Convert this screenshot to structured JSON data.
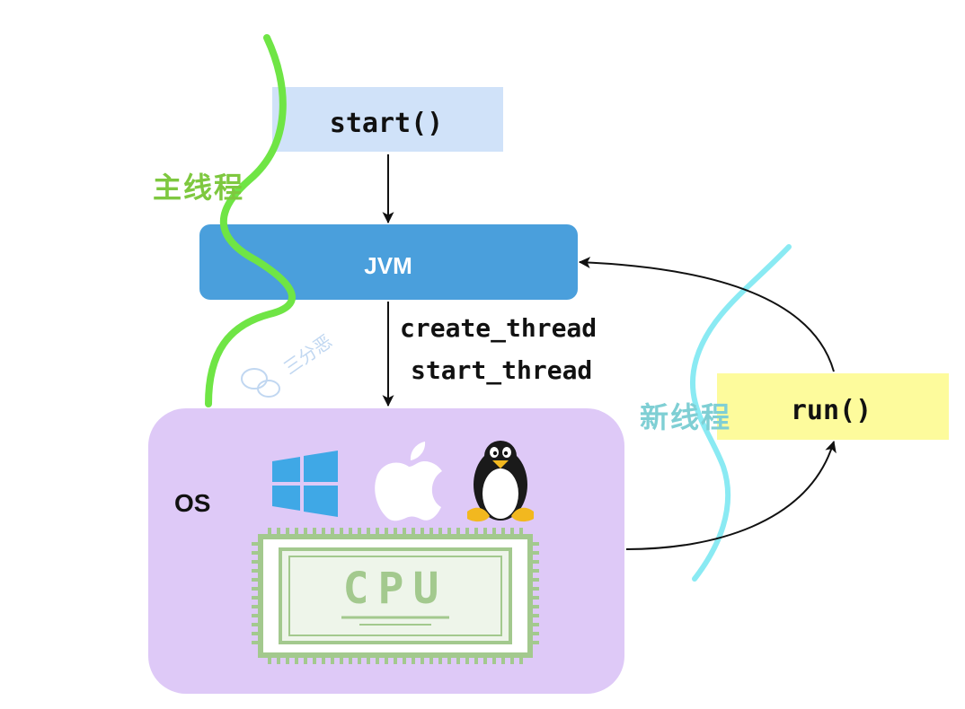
{
  "diagram": {
    "start_label": "start()",
    "jvm_label": "JVM",
    "create_thread_label": "create_thread",
    "start_thread_label": "start_thread",
    "os_label": "OS",
    "run_label": "run()",
    "main_thread_label": "主线程",
    "new_thread_label": "新线程",
    "cpu_label": "CPU",
    "watermark_label": "三分恶"
  },
  "colors": {
    "start_box": "#d0e2f9",
    "jvm_box": "#4a9fdc",
    "os_box": "#dec9f7",
    "run_box": "#fdfb9c",
    "main_thread_curve": "#6fe545",
    "new_thread_curve": "#8aeaf3",
    "main_thread_text": "#7ec83f",
    "new_thread_text": "#7fcfd4",
    "cpu": "#a3c98e",
    "windows": "#3fa8e6",
    "arrow": "#111111"
  },
  "icons": [
    "windows-icon",
    "apple-icon",
    "linux-tux-icon",
    "cpu-chip-icon",
    "wechat-icon"
  ]
}
